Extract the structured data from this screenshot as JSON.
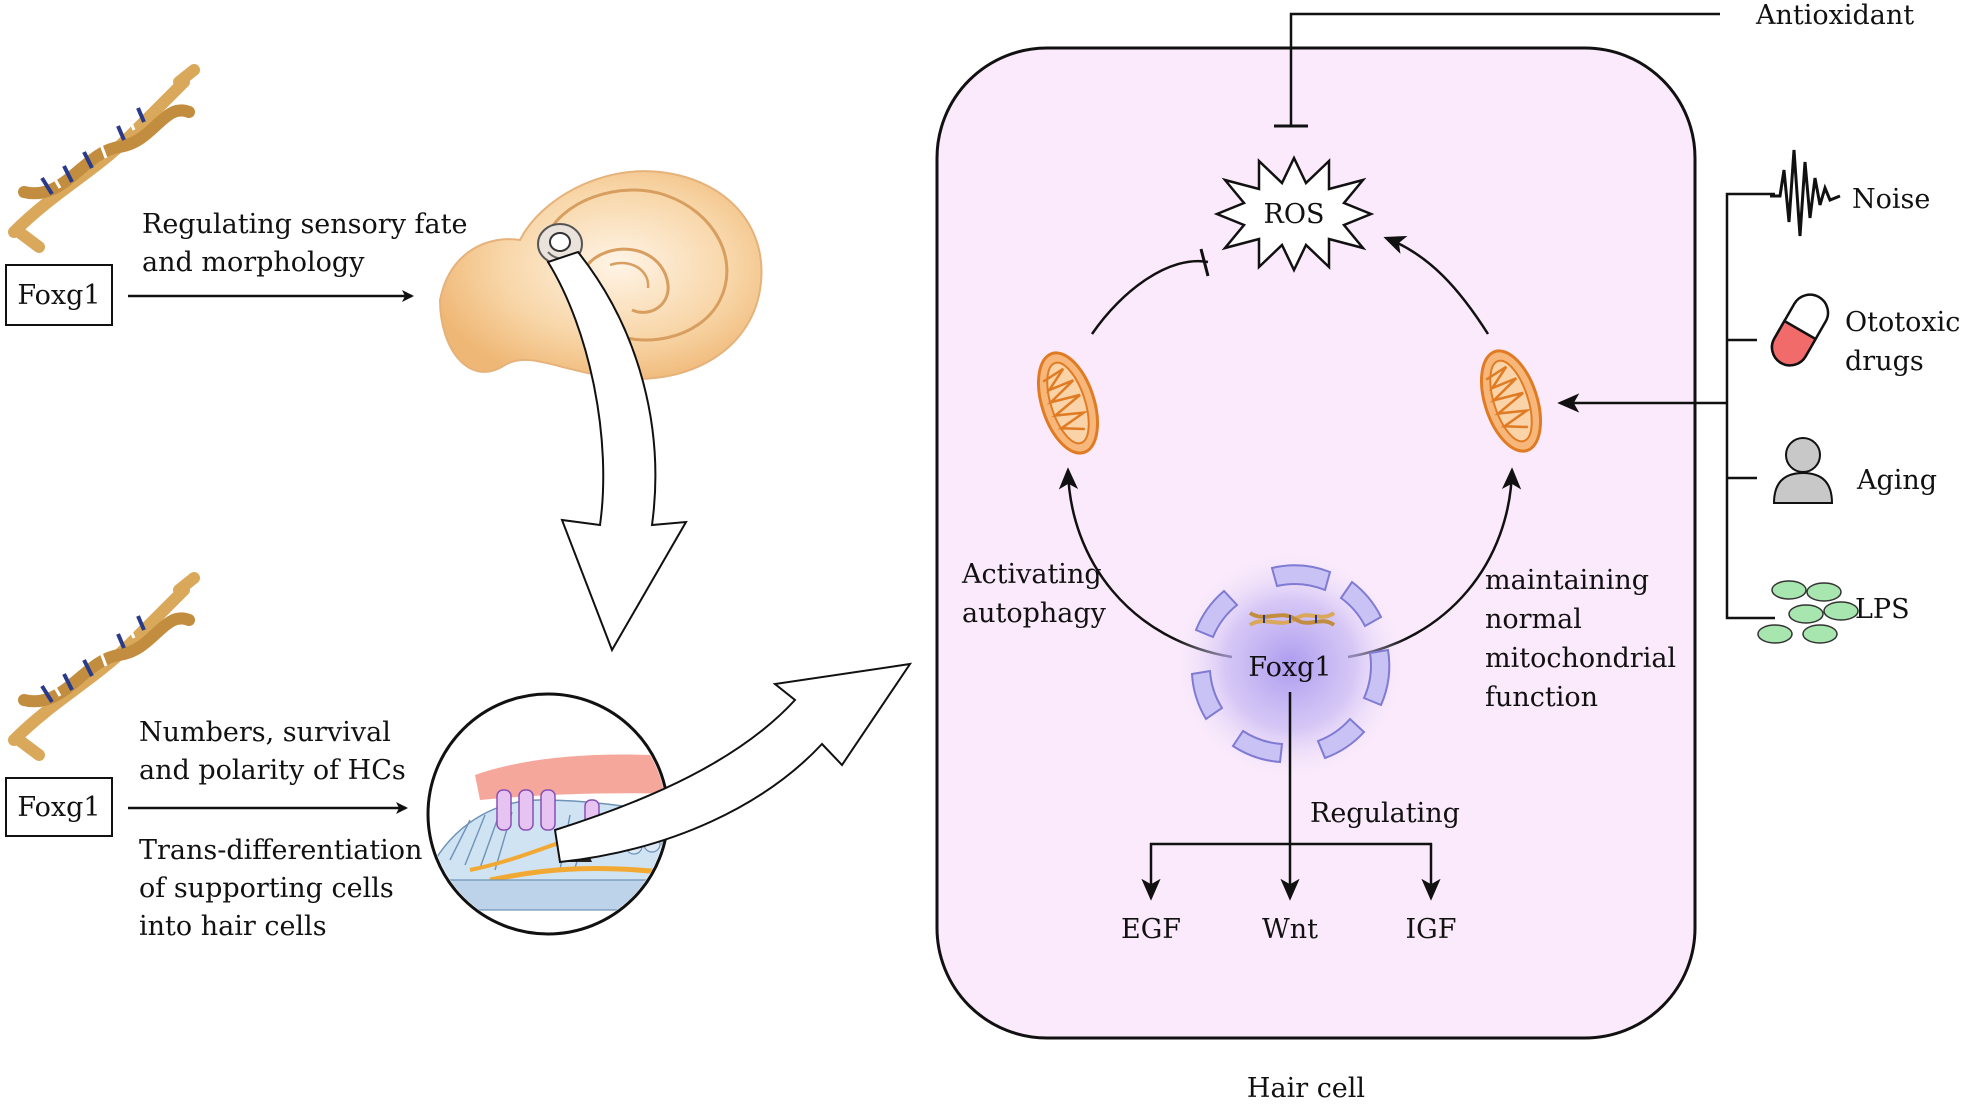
{
  "left_top": {
    "gene_box": "Foxg1",
    "arrow_label": [
      "Regulating sensory fate",
      "and morphology"
    ]
  },
  "left_bottom": {
    "gene_box": "Foxg1",
    "label_upper": [
      "Numbers, survival",
      "and  polarity of HCs"
    ],
    "label_lower": [
      "Trans-differentiation",
      "of supporting cells",
      "into hair cells"
    ]
  },
  "cell": {
    "caption": "Hair cell",
    "ros": "ROS",
    "nucleus_label": "Foxg1",
    "left_arc_label": [
      "Activating",
      "autophagy"
    ],
    "right_arc_label": [
      "maintaining",
      "normal",
      "mitochondrial",
      "function"
    ],
    "regulating_label": "Regulating",
    "targets": [
      "EGF",
      "Wnt",
      "IGF"
    ]
  },
  "external": {
    "antioxidant": "Antioxidant",
    "stressors": [
      "Noise",
      [
        "Ototoxic",
        "drugs"
      ],
      "Aging",
      "LPS"
    ]
  },
  "colors": {
    "cell_fill": "#fbeafb",
    "mito_fill": "#f7b77a",
    "mito_stroke": "#e07b23",
    "nucleus_glow": "#b9a6f0",
    "nucleus_segment": "#c9c3f5",
    "dna_gold": "#d9a85a",
    "cochlea": "#f3c993",
    "pill_red": "#f26b6b",
    "lps_green": "#a8e6b0",
    "person_gray": "#c8c8c8"
  }
}
